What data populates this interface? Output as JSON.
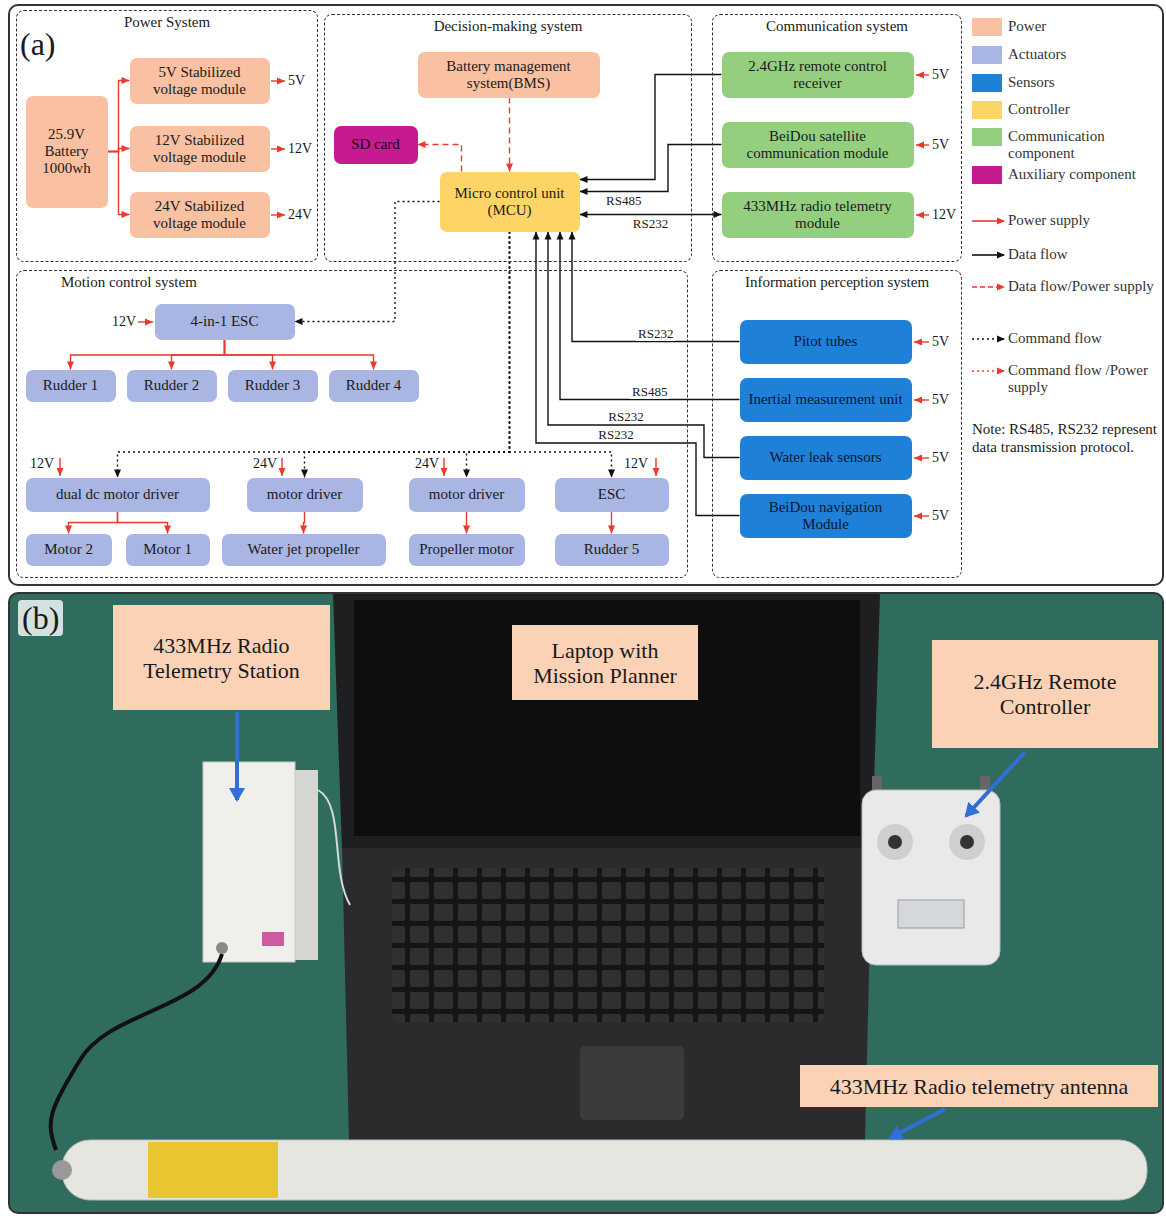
{
  "diagram": {
    "nodes": [
      {
        "text": [
          "(a)"
        ]
      },
      {
        "text": [
          "Power System"
        ],
        "in": 0
      },
      {
        "text": [
          "25.9V Battery 1000wh"
        ],
        "in": 1
      },
      {
        "text": [
          "5V Stabilized voltage module"
        ],
        "in": 1
      },
      {
        "text": [
          "12V Stabilized voltage module"
        ],
        "in": 1
      },
      {
        "text": [
          "24V Stabilized voltage module"
        ],
        "in": 1
      },
      {
        "text": [
          "Decision-making system"
        ],
        "in": 0
      },
      {
        "text": [
          "Battery management system(BMS)"
        ],
        "in": 6
      },
      {
        "text": [
          "SD card"
        ],
        "in": 6
      },
      {
        "text": [
          "Micro control unit (MCU)"
        ],
        "in": 6
      },
      {
        "text": [
          "Communication system"
        ],
        "in": 0
      },
      {
        "text": [
          "2.4GHz remote control receiver"
        ],
        "in": 10
      },
      {
        "text": [
          "BeiDou satellite communication module"
        ],
        "in": 10
      },
      {
        "text": [
          "433MHz radio telemetry module"
        ],
        "in": 10
      },
      {
        "text": [
          "Motion control system"
        ],
        "in": 0
      },
      {
        "text": [
          "4-in-1 ESC"
        ],
        "in": 14
      },
      {
        "text": [
          "Rudder 1"
        ],
        "in": 14
      },
      {
        "text": [
          "Rudder 2"
        ],
        "in": 14
      },
      {
        "text": [
          "Rudder 3"
        ],
        "in": 14
      },
      {
        "text": [
          "Rudder 4"
        ],
        "in": 14
      },
      {
        "text": [
          "dual dc motor driver"
        ],
        "in": 14
      },
      {
        "text": [
          "motor driver"
        ],
        "in": 14
      },
      {
        "text": [
          "motor driver"
        ],
        "in": 14
      },
      {
        "text": [
          "ESC"
        ],
        "in": 14
      },
      {
        "text": [
          "Motor 2"
        ],
        "in": 14
      },
      {
        "text": [
          "Motor 1"
        ],
        "in": 14
      },
      {
        "text": [
          "Water jet propeller"
        ],
        "in": 14
      },
      {
        "text": [
          "Propeller motor"
        ],
        "in": 14
      },
      {
        "text": [
          "Rudder 5"
        ],
        "in": 14
      },
      {
        "text": [
          "Information perception system"
        ],
        "in": 0
      },
      {
        "text": [
          "Pitot tubes"
        ],
        "in": 29
      },
      {
        "text": [
          "Inertial measurement unit"
        ],
        "in": 29
      },
      {
        "text": [
          "Water leak sensors"
        ],
        "in": 29
      },
      {
        "text": [
          "BeiDou navigation Module"
        ],
        "in": 29
      },
      {
        "text": [
          "(b)"
        ]
      },
      {
        "text": [
          "433MHz Radio Telemetry Station"
        ],
        "in": 34
      },
      {
        "text": [
          "Laptop with Mission Planner"
        ],
        "in": 34
      },
      {
        "text": [
          "2.4GHz Remote Controller"
        ],
        "in": 34
      },
      {
        "text": [
          "433MHz Radio telemetry antenna"
        ],
        "in": 34
      }
    ],
    "edges": [
      {
        "from": 2,
        "to": 3,
        "arrow": "to"
      },
      {
        "from": 2,
        "to": 4,
        "arrow": "to"
      },
      {
        "from": 2,
        "to": 5,
        "arrow": "to"
      },
      {
        "from": 7,
        "to": 9,
        "arrow": "to"
      },
      {
        "from": 9,
        "to": 8,
        "arrow": "to"
      },
      {
        "from": 11,
        "to": 9,
        "arrow": "to"
      },
      {
        "from": 12,
        "to": 9,
        "arrow": "to",
        "label": "RS485"
      },
      {
        "from": 9,
        "to": 13,
        "arrow": "both",
        "label": "RS232"
      },
      {
        "from": 30,
        "to": 9,
        "arrow": "to",
        "label": "RS232"
      },
      {
        "from": 31,
        "to": 9,
        "arrow": "to",
        "label": "RS485"
      },
      {
        "from": 32,
        "to": 9,
        "arrow": "to",
        "label": "RS232"
      },
      {
        "from": 33,
        "to": 9,
        "arrow": "to",
        "label": "RS232"
      },
      {
        "from": 9,
        "to": 15,
        "arrow": "to"
      },
      {
        "from": 9,
        "to": 20,
        "arrow": "to"
      },
      {
        "from": 9,
        "to": 21,
        "arrow": "to"
      },
      {
        "from": 9,
        "to": 22,
        "arrow": "to"
      },
      {
        "from": 9,
        "to": 23,
        "arrow": "to"
      },
      {
        "from": 15,
        "to": 16,
        "arrow": "to"
      },
      {
        "from": 15,
        "to": 17,
        "arrow": "to"
      },
      {
        "from": 15,
        "to": 18,
        "arrow": "to"
      },
      {
        "from": 15,
        "to": 19,
        "arrow": "to"
      },
      {
        "from": 20,
        "to": 24,
        "arrow": "to"
      },
      {
        "from": 20,
        "to": 25,
        "arrow": "to"
      },
      {
        "from": 21,
        "to": 26,
        "arrow": "to"
      },
      {
        "from": 22,
        "to": 27,
        "arrow": "to"
      },
      {
        "from": 23,
        "to": 28,
        "arrow": "to"
      }
    ],
    "labels": [
      "5V",
      "12V",
      "24V",
      "5V",
      "5V",
      "12V",
      "12V",
      "12V",
      "24V",
      "24V",
      "12V",
      "5V",
      "5V",
      "5V",
      "5V",
      "Note: RS485, RS232 represent data transmission protocol."
    ],
    "legend": [
      {
        "text": "Power",
        "color": "#f9c0a2"
      },
      {
        "text": "Actuators",
        "color": "#a9b5e3"
      },
      {
        "text": "Sensors",
        "color": "#1e80d6"
      },
      {
        "text": "Controller",
        "color": "#fcd566"
      },
      {
        "text": "Communication component",
        "color": "#94cf80"
      },
      {
        "text": "Auxiliary component",
        "color": "#c51a90"
      },
      {
        "text": "Power supply"
      },
      {
        "text": "Data flow"
      },
      {
        "text": "Data flow/Power supply"
      },
      {
        "text": "Command flow"
      },
      {
        "text": "Command flow /Power supply"
      }
    ]
  }
}
